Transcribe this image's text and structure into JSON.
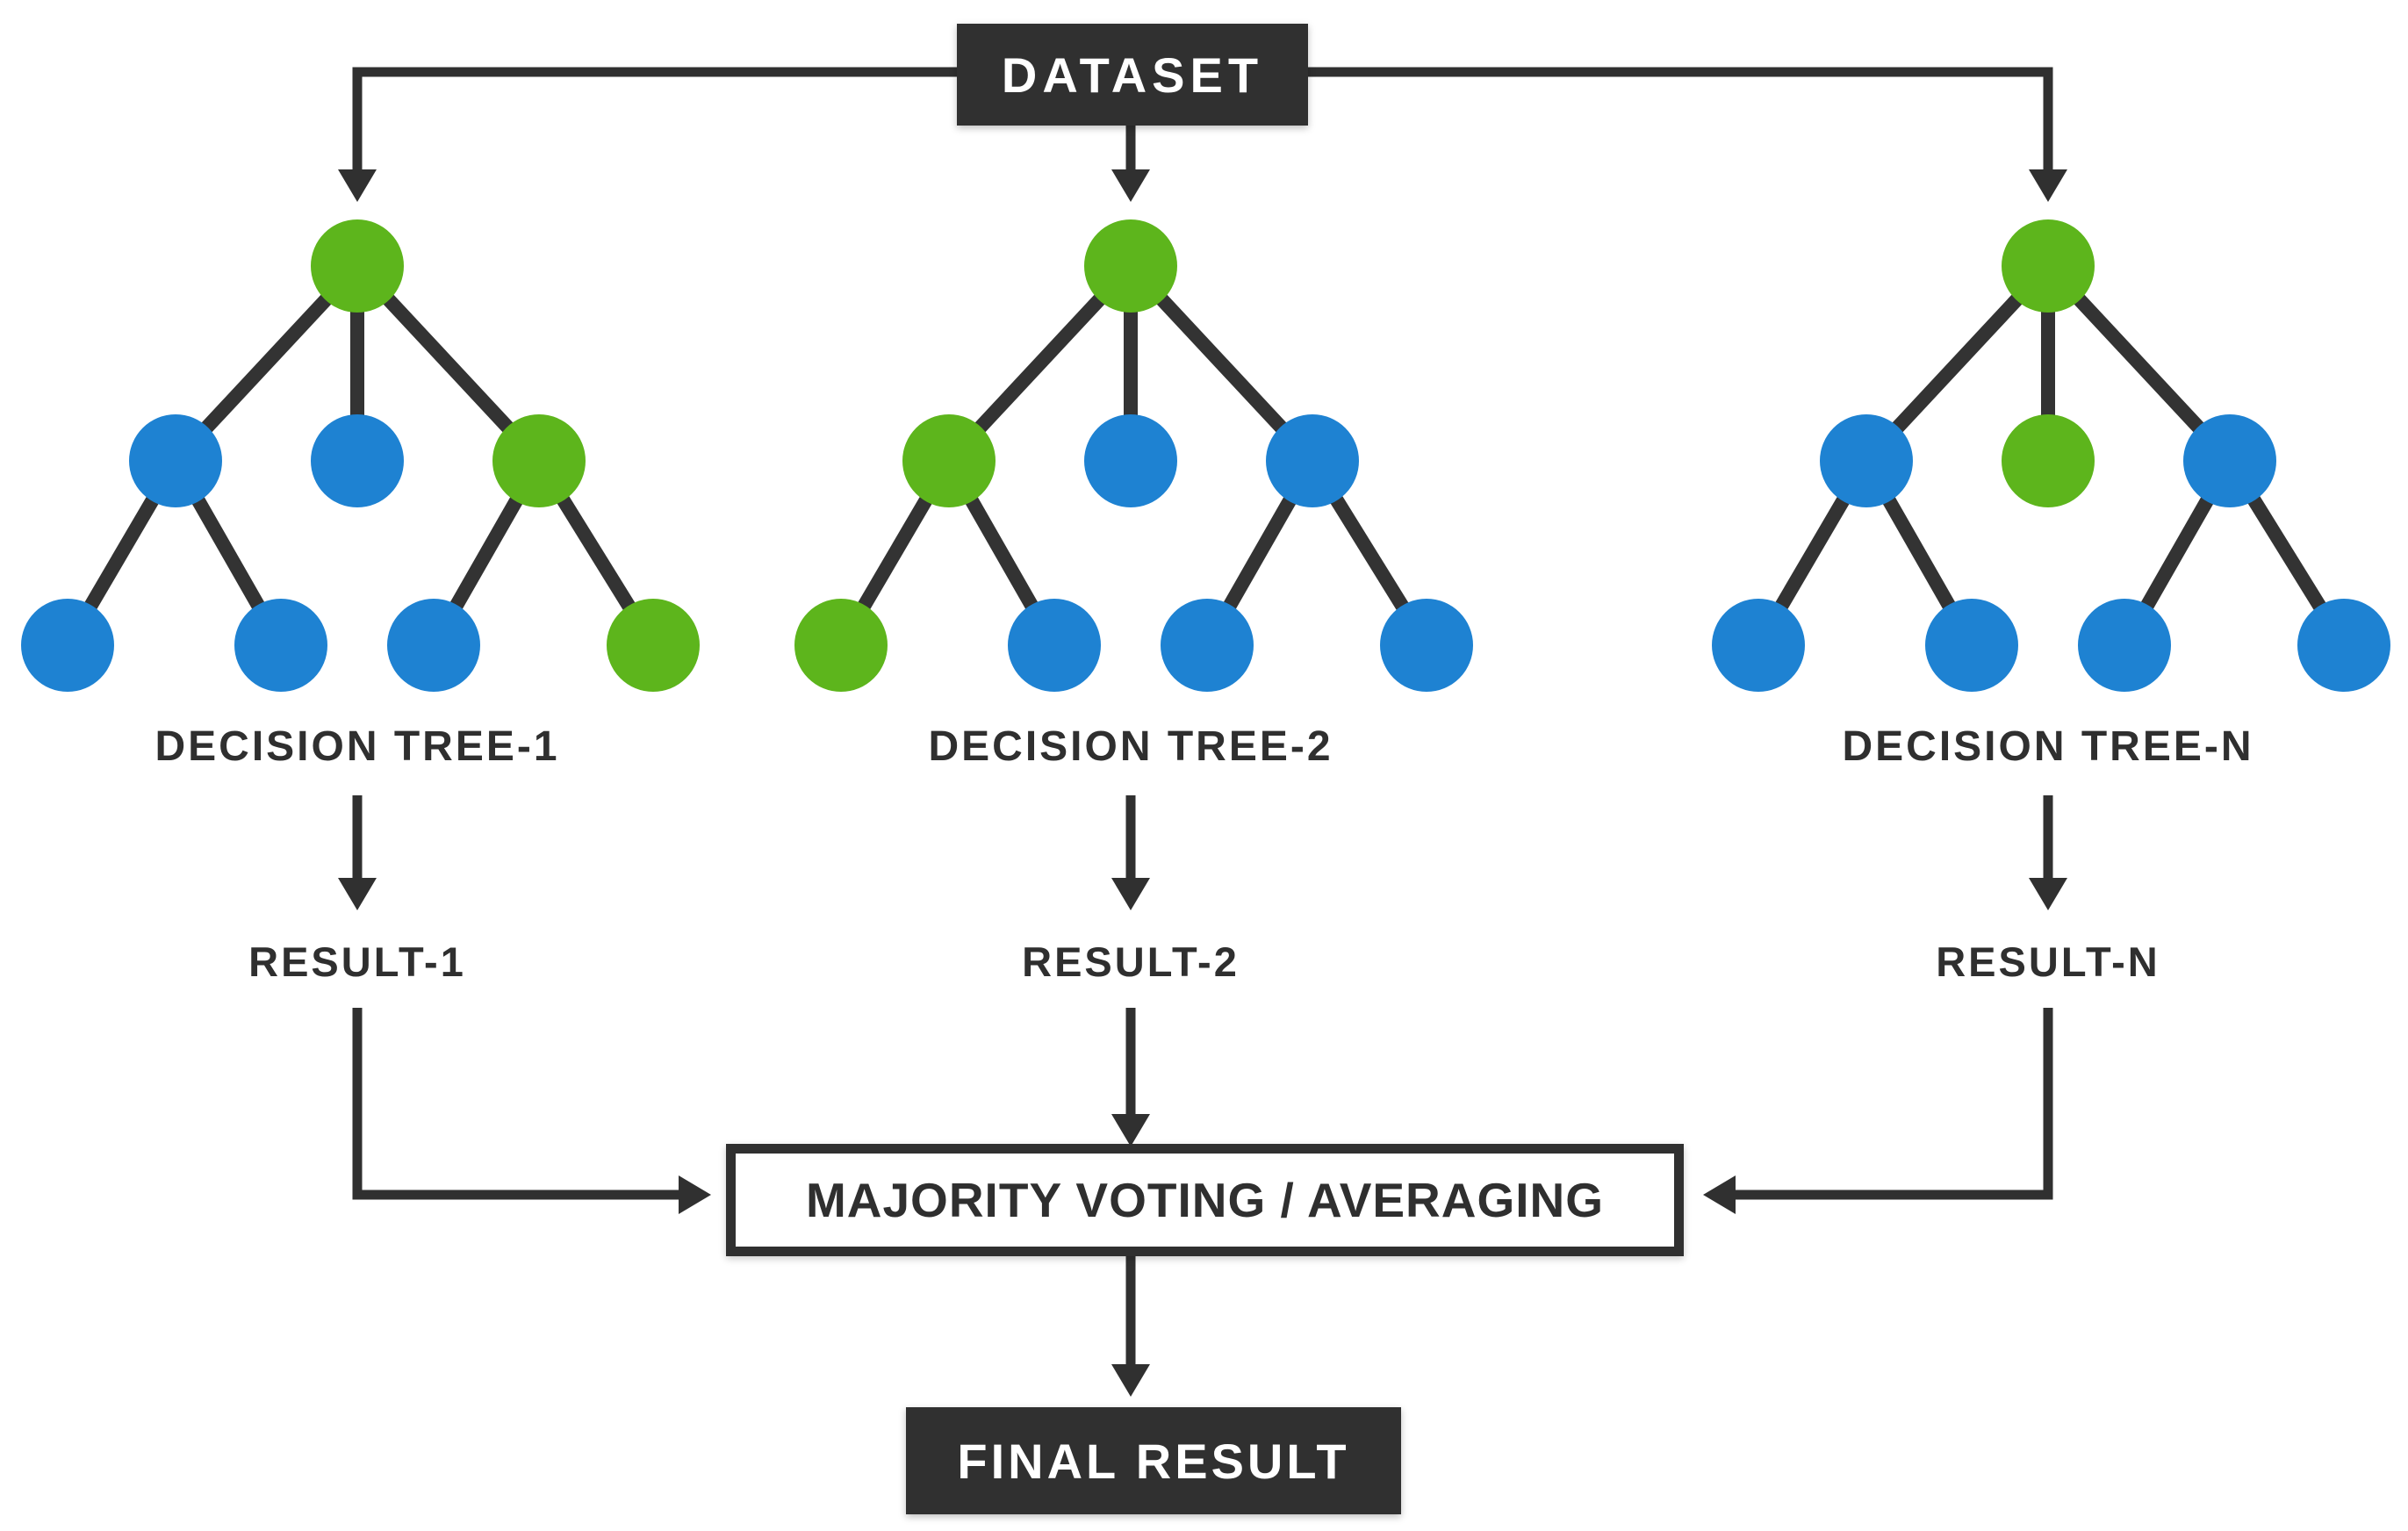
{
  "diagram": {
    "title": "Random Forest ensemble diagram",
    "dataset_label": "DATASET",
    "majority_label": "MAJORITY VOTING / AVERAGING",
    "final_label": "FINAL RESULT",
    "colors": {
      "node_green": "#5db51c",
      "node_blue": "#1e82d2",
      "dark": "#303030",
      "background": "#ffffff"
    },
    "node_order_note": "node colors listed as [root, level2-left, level2-mid, level2-right, leaf1, leaf2, leaf3, leaf4]",
    "trees": [
      {
        "label": "DECISION TREE-1",
        "result": "RESULT-1",
        "node_colors": [
          "green",
          "blue",
          "blue",
          "green",
          "blue",
          "blue",
          "blue",
          "green"
        ]
      },
      {
        "label": "DECISION TREE-2",
        "result": "RESULT-2",
        "node_colors": [
          "green",
          "green",
          "blue",
          "blue",
          "green",
          "blue",
          "blue",
          "blue"
        ]
      },
      {
        "label": "DECISION TREE-N",
        "result": "RESULT-N",
        "node_colors": [
          "green",
          "blue",
          "green",
          "blue",
          "blue",
          "blue",
          "blue",
          "blue"
        ]
      }
    ]
  }
}
